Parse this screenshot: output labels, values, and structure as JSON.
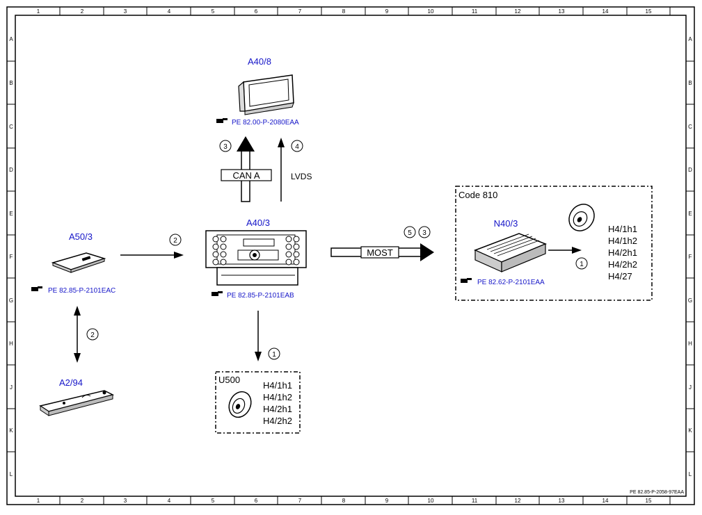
{
  "columns": [
    "1",
    "2",
    "3",
    "4",
    "5",
    "6",
    "7",
    "8",
    "9",
    "10",
    "11",
    "12",
    "13",
    "14",
    "15"
  ],
  "rows": [
    "A",
    "B",
    "C",
    "D",
    "E",
    "F",
    "G",
    "H",
    "J",
    "K",
    "L"
  ],
  "doc_ref": "PE 82.85-P-2058-97EAA",
  "components": {
    "display": {
      "id": "A40/8",
      "ref": "PE 82.00-P-2080EAA"
    },
    "head_unit": {
      "id": "A40/3",
      "ref": "PE 82.85-P-2101EAB"
    },
    "telephone": {
      "id": "A50/3",
      "ref": "PE 82.85-P-2101EAC"
    },
    "antenna": {
      "id": "A2/94"
    },
    "amplifier": {
      "id": "N40/3",
      "ref": "PE 82.62-P-2101EAA"
    }
  },
  "boxes": {
    "code810": {
      "title": "Code 810",
      "speakers": [
        "H4/1h1",
        "H4/1h2",
        "H4/2h1",
        "H4/2h2",
        "H4/27"
      ]
    },
    "u500": {
      "title": "U500",
      "speakers": [
        "H4/1h1",
        "H4/1h2",
        "H4/2h1",
        "H4/2h2"
      ]
    }
  },
  "buses": {
    "can": "CAN A",
    "lvds": "LVDS",
    "most": "MOST"
  },
  "markers": {
    "can_up": "3",
    "lvds_up": "4",
    "tel_to_head": "2",
    "tel_antenna": "2",
    "head_down": "1",
    "most_a": "5",
    "most_b": "3",
    "amp_out": "1"
  }
}
